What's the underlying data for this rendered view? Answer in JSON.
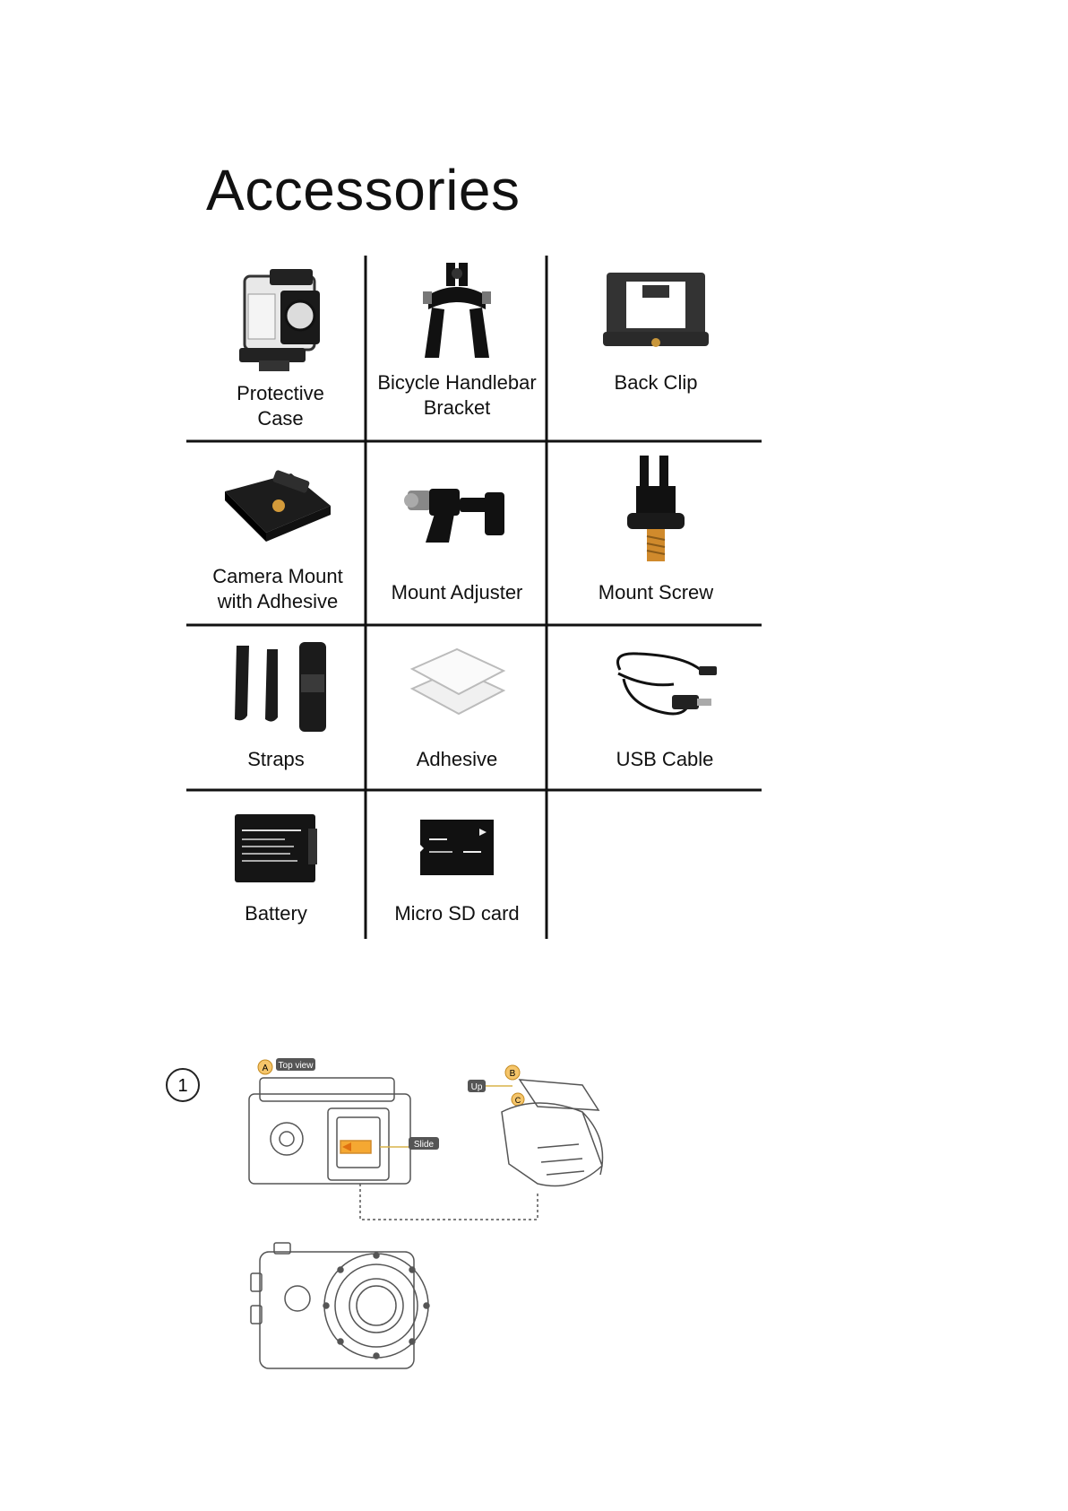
{
  "page": {
    "title": "Accessories"
  },
  "accessories": [
    {
      "label": "Protective\n Case",
      "icon": "protective-case-icon"
    },
    {
      "label": "Bicycle Handlebar\nBracket",
      "icon": "handlebar-bracket-icon"
    },
    {
      "label": "Back Clip",
      "icon": "back-clip-icon"
    },
    {
      "label": "Camera Mount\nwith Adhesive",
      "icon": "camera-mount-icon"
    },
    {
      "label": "Mount Adjuster",
      "icon": "mount-adjuster-icon"
    },
    {
      "label": "Mount Screw",
      "icon": "mount-screw-icon"
    },
    {
      "label": "Straps",
      "icon": "straps-icon"
    },
    {
      "label": "Adhesive",
      "icon": "adhesive-icon"
    },
    {
      "label": "USB Cable",
      "icon": "usb-cable-icon"
    },
    {
      "label": "Battery",
      "icon": "battery-icon"
    },
    {
      "label": "Micro SD card",
      "icon": "micro-sd-card-icon"
    }
  ],
  "diagram": {
    "step_number": "1",
    "callout_a": "A",
    "callout_b": "B",
    "callout_c": "C",
    "top_view_label": "Top view",
    "up_label": "Up",
    "slide_label": "Slide"
  }
}
